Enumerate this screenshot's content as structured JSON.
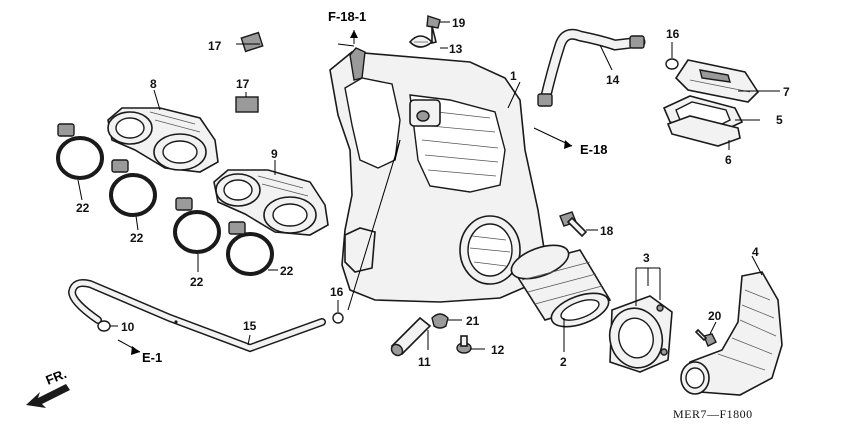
{
  "diagram": {
    "callouts": {
      "c1": "1",
      "c2": "2",
      "c3": "3",
      "c4": "4",
      "c5": "5",
      "c6": "6",
      "c7": "7",
      "c8": "8",
      "c9": "9",
      "c10": "10",
      "c11": "11",
      "c12": "12",
      "c13": "13",
      "c14": "14",
      "c15": "15",
      "c16a": "16",
      "c16b": "16",
      "c17a": "17",
      "c17b": "17",
      "c18": "18",
      "c19": "19",
      "c20": "20",
      "c21": "21",
      "c22a": "22",
      "c22b": "22",
      "c22c": "22",
      "c22d": "22"
    },
    "refs": {
      "f18_1": "F-18-1",
      "e18": "E-18",
      "e1": "E-1"
    },
    "direction_label": "FR.",
    "diagram_code": "MER7—F1800"
  }
}
